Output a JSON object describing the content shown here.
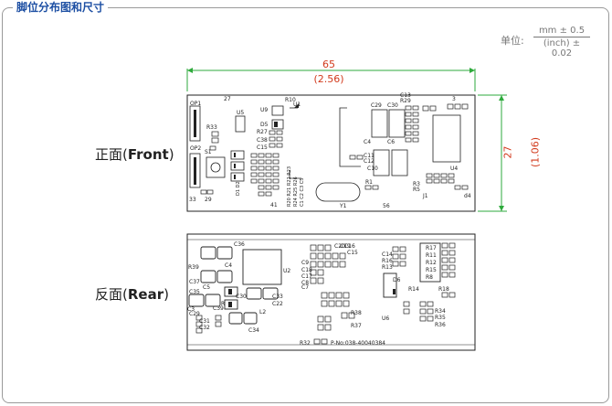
{
  "title": "脚位分布图和尺寸",
  "unit": {
    "label": "单位:",
    "numerator": "mm ± 0.5",
    "denominator": "(inch) ± 0.02"
  },
  "views": {
    "front": {
      "cn": "正面(",
      "en": "Front",
      "close": ")"
    },
    "rear": {
      "cn": "反面(",
      "en": "Rear",
      "close": ")"
    }
  },
  "dimensions": {
    "width_mm": "65",
    "width_inch": "(2.56)",
    "height_mm": "27",
    "height_inch": "(1.06)"
  },
  "front_labels": [
    "27",
    "R10",
    "U1",
    "OP1",
    "R33",
    "U5",
    "U9",
    "D5",
    "R27",
    "C38",
    "C15",
    "OP2",
    "S1",
    "33",
    "29",
    "C29",
    "C30",
    "C13",
    "R29",
    "3",
    "C4",
    "C6",
    "C11",
    "C12",
    "C10",
    "U4",
    "R1",
    "R3",
    "R5",
    "J1",
    "41",
    "Y1",
    "56",
    "d4"
  ],
  "rear_labels": [
    "C36",
    "C4",
    "R39",
    "C37",
    "C5",
    "C35",
    "U2",
    "C33",
    "C22",
    "R",
    "C30",
    "C39",
    "C29",
    "L2",
    "C34",
    "C3",
    "C31",
    "C32",
    "C9",
    "C18",
    "C17",
    "C8",
    "C7",
    "C20",
    "C19",
    "C16",
    "C15",
    "C14",
    "R16",
    "R13",
    "R17",
    "R11",
    "R12",
    "R15",
    "R8",
    "D6",
    "R14",
    "R18",
    "U6",
    "R34",
    "R35",
    "R36",
    "R38",
    "R37",
    "R32"
  ],
  "rear_part_number": "P-No:038-40040384",
  "colors": {
    "title": "#1d4fa3",
    "dimension_line": "#2eaa3c",
    "dimension_text": "#d23a1c"
  }
}
